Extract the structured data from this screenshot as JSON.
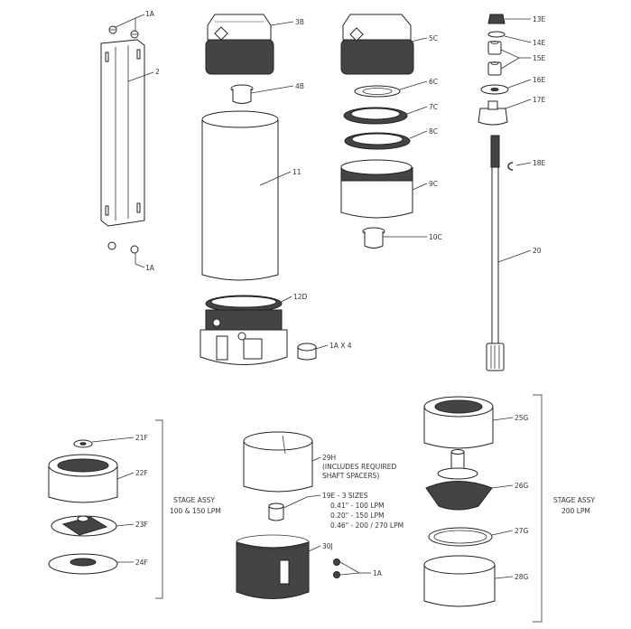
{
  "labels": {
    "p1a_top": "1A",
    "p2": "2",
    "p1a_bottom": "1A",
    "p3b": "3B",
    "p4b": "4B",
    "p11": "11",
    "p12d": "12D",
    "p1ax4": "1A X 4",
    "p5c": "5C",
    "p6c": "6C",
    "p7c": "7C",
    "p8c": "8C",
    "p9c": "9C",
    "p10c": "10C",
    "p13e": "13E",
    "p14e": "14E",
    "p15e": "15E",
    "p16e": "16E",
    "p17e": "17E",
    "p18e": "18E",
    "p20": "20",
    "p21f": "21F",
    "p22f": "22F",
    "p23f": "23F",
    "p24f": "24F",
    "p29h": "29H",
    "p29h_note1": "(INCLUDES REQUIRED",
    "p29h_note2": "SHAFT SPACERS)",
    "p19e": "19E - 3 SIZES",
    "p19e_size1": "0.41\" - 100 LPM",
    "p19e_size2": "0.20\" - 150 LPM",
    "p19e_size3": "0.46\" - 200 / 270 LPM",
    "p30j": "30J",
    "p1a_stage": "1A",
    "p25g": "25G",
    "p26g": "26G",
    "p27g": "27G",
    "p28g": "28G"
  },
  "groups": {
    "stage_small_line1": "STAGE ASSY",
    "stage_small_line2": "100 & 150 LPM",
    "stage_large_line1": "STAGE ASSY",
    "stage_large_line2": "200 LPM"
  }
}
